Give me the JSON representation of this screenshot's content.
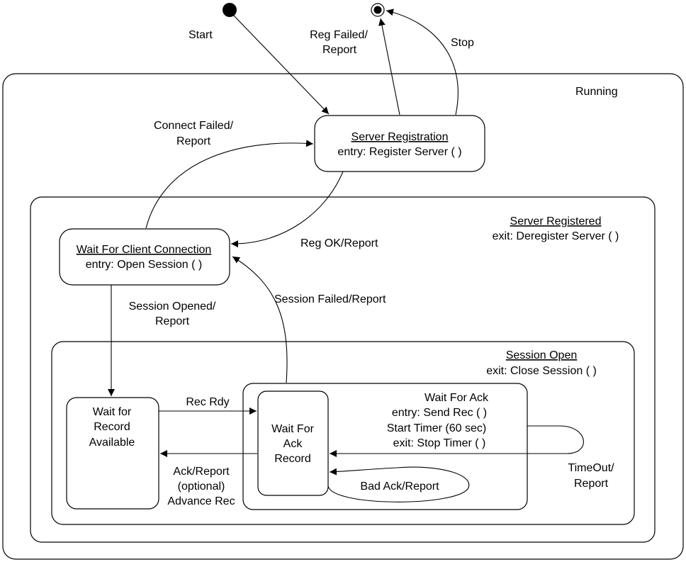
{
  "pseudostates": {
    "initial": "",
    "final": ""
  },
  "states": {
    "running": {
      "name": "Running"
    },
    "server_registration": {
      "name": "Server Registration",
      "entry": "entry: Register Server ( )"
    },
    "server_registered": {
      "name": "Server Registered",
      "exit": "exit: Deregister Server ( )"
    },
    "wait_for_client": {
      "name": "Wait For Client Connection",
      "entry": "entry: Open Session ( )"
    },
    "session_open": {
      "name": "Session Open",
      "exit": "exit: Close Session  ( )"
    },
    "wait_for_record": {
      "line1": "Wait for",
      "line2": "Record",
      "line3": "Available"
    },
    "wait_for_ack": {
      "line1": "Wait For Ack",
      "line2": "entry: Send Rec ( )",
      "line3": "Start Timer (60 sec)",
      "line4": "exit: Stop Timer ( )"
    },
    "wait_for_ack_record": {
      "line1": "Wait For",
      "line2": "Ack",
      "line3": "Record"
    }
  },
  "transitions": {
    "start": "Start",
    "reg_failed": {
      "line1": "Reg Failed/",
      "line2": "Report"
    },
    "stop": "Stop",
    "connect_failed": {
      "line1": "Connect Failed/",
      "line2": "Report"
    },
    "reg_ok": "Reg OK/Report",
    "session_opened": {
      "line1": "Session Opened/",
      "line2": "Report"
    },
    "session_failed": "Session Failed/Report",
    "rec_rdy": "Rec Rdy",
    "ack_report": {
      "line1": "Ack/Report",
      "line2": "(optional)",
      "line3": "Advance Rec"
    },
    "timeout": {
      "line1": "TimeOut/",
      "line2": "Report"
    },
    "bad_ack": "Bad Ack/Report"
  }
}
